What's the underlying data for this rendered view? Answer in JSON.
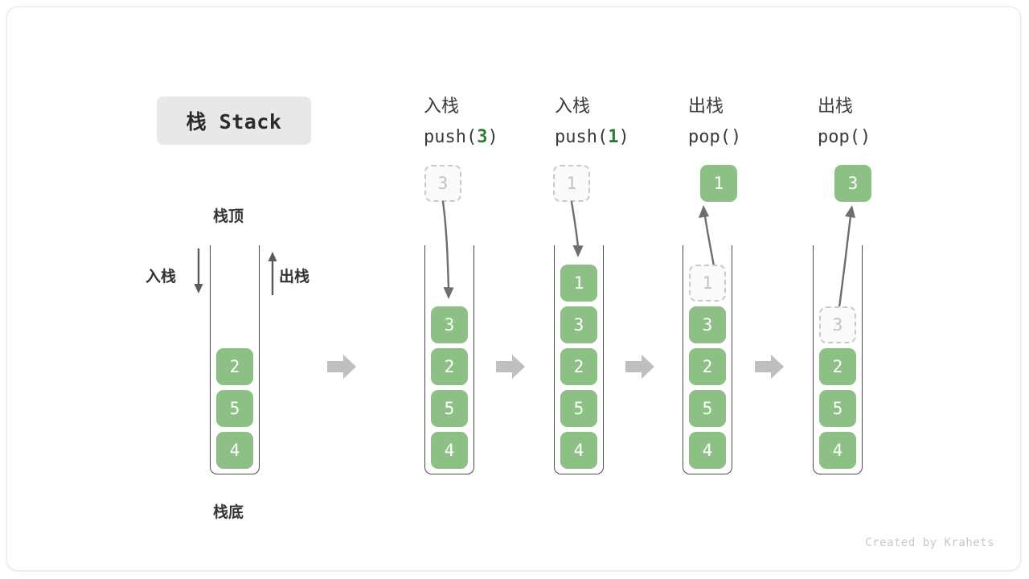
{
  "title_badge": "栈 Stack",
  "labels": {
    "top": "栈顶",
    "bottom": "栈底",
    "push_side": "入栈",
    "pop_side": "出栈"
  },
  "colors": {
    "cell_fill": "#8cc084",
    "cell_text": "#ffffff",
    "ghost_fill": "#fafafa",
    "ghost_text": "#c2c2c2",
    "ghost_border": "#c9c9c9",
    "container_border": "#4a4a4a",
    "arrow_gray": "#6e6e6e",
    "block_arrow": "#bfbfbf",
    "badge_bg": "#e8e8e8",
    "accent_green": "#2e7d32"
  },
  "columns": [
    {
      "id": "initial",
      "head_cjk": "",
      "head_code": "",
      "code_prefix": "",
      "code_arg": "",
      "code_suffix": "",
      "cells": [
        "2",
        "5",
        "4"
      ],
      "ghost_inside": null,
      "ghost_above": null,
      "result_above": null
    },
    {
      "id": "push-3",
      "head_cjk": "入栈",
      "code_prefix": "push(",
      "code_arg": "3",
      "code_suffix": ")",
      "cells": [
        "3",
        "2",
        "5",
        "4"
      ],
      "ghost_inside": null,
      "ghost_above": "3",
      "result_above": null
    },
    {
      "id": "push-1",
      "head_cjk": "入栈",
      "code_prefix": "push(",
      "code_arg": "1",
      "code_suffix": ")",
      "cells": [
        "1",
        "3",
        "2",
        "5",
        "4"
      ],
      "ghost_inside": null,
      "ghost_above": "1",
      "result_above": null
    },
    {
      "id": "pop-1",
      "head_cjk": "出栈",
      "code_prefix": "pop(",
      "code_arg": "",
      "code_suffix": ")",
      "cells": [
        "3",
        "2",
        "5",
        "4"
      ],
      "ghost_inside": "1",
      "ghost_above": null,
      "result_above": "1"
    },
    {
      "id": "pop-3",
      "head_cjk": "出栈",
      "code_prefix": "pop(",
      "code_arg": "",
      "code_suffix": ")",
      "cells": [
        "2",
        "5",
        "4"
      ],
      "ghost_inside": "3",
      "ghost_above": null,
      "result_above": "3"
    }
  ],
  "credit": "Created by Krahets"
}
